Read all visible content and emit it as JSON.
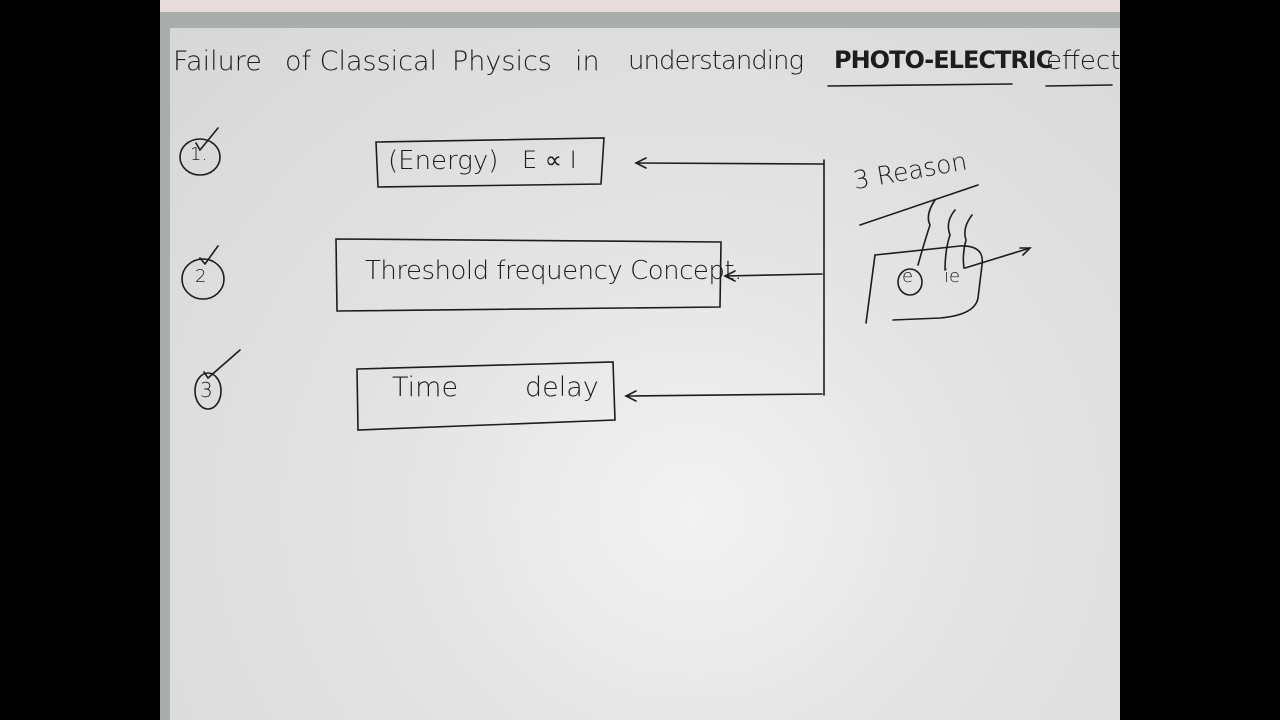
{
  "board": {
    "title_parts": [
      "Failure",
      "of Classical",
      "Physics",
      "in",
      "understanding",
      "PHOTO-ELECTRIC",
      "effect"
    ],
    "items": [
      {
        "number": "1.",
        "label_a": "(Energy)",
        "label_b": "E ∝ I"
      },
      {
        "number": "2",
        "label_a": "Threshold frequency Concept."
      },
      {
        "number": "3",
        "label_a": "Time",
        "label_b": "delay"
      }
    ],
    "side_note": "3 Reason",
    "sketch_circle_label": "e",
    "sketch_label": "ie",
    "ink_color": "#1d1d1d",
    "board_color": "#e6e6e6"
  }
}
